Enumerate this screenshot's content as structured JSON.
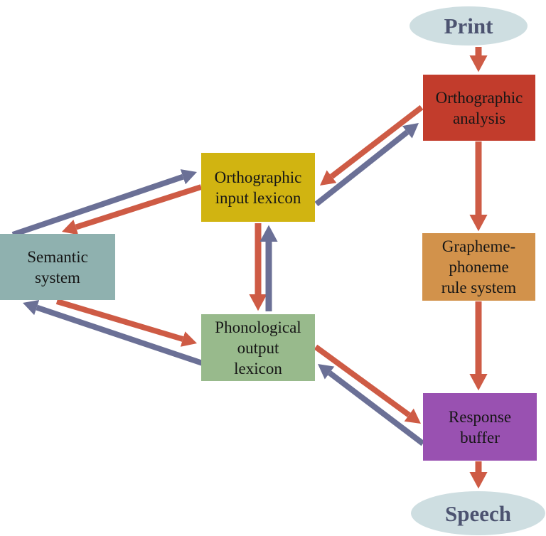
{
  "colors": {
    "arrow_red": "#ce5b45",
    "arrow_blue": "#6b7096",
    "ellipse_fill": "#cedee1",
    "terminal_text": "#4c5370",
    "box_text": "#161616",
    "box_orthographic_analysis": "#c23c2c",
    "box_orthographic_input_lexicon": "#d1b411",
    "box_semantic_system": "#8fb1af",
    "box_grapheme_phoneme_rule_system": "#d2924b",
    "box_phonological_output_lexicon": "#98ba8c",
    "box_response_buffer": "#9951b1"
  },
  "nodes": {
    "print": {
      "label": "Print",
      "shape": "ellipse"
    },
    "orthographic_analysis": {
      "lines": [
        "Orthographic",
        "analysis"
      ],
      "shape": "box"
    },
    "orthographic_input_lexicon": {
      "lines": [
        "Orthographic",
        "input lexicon"
      ],
      "shape": "box"
    },
    "semantic_system": {
      "lines": [
        "Semantic",
        "system"
      ],
      "shape": "box"
    },
    "grapheme_phoneme_rule_system": {
      "lines": [
        "Grapheme-",
        "phoneme",
        "rule system"
      ],
      "shape": "box"
    },
    "phonological_output_lexicon": {
      "lines": [
        "Phonological",
        "output",
        "lexicon"
      ],
      "shape": "box"
    },
    "response_buffer": {
      "lines": [
        "Response",
        "buffer"
      ],
      "shape": "box"
    },
    "speech": {
      "label": "Speech",
      "shape": "ellipse"
    }
  },
  "edges": [
    {
      "from": "print",
      "to": "orthographic_analysis",
      "color": "red"
    },
    {
      "from": "orthographic_analysis",
      "to": "orthographic_input_lexicon",
      "color": "red"
    },
    {
      "from": "orthographic_input_lexicon",
      "to": "orthographic_analysis",
      "color": "blue"
    },
    {
      "from": "orthographic_input_lexicon",
      "to": "semantic_system",
      "color": "red"
    },
    {
      "from": "semantic_system",
      "to": "orthographic_input_lexicon",
      "color": "blue"
    },
    {
      "from": "orthographic_input_lexicon",
      "to": "phonological_output_lexicon",
      "color": "red"
    },
    {
      "from": "phonological_output_lexicon",
      "to": "orthographic_input_lexicon",
      "color": "blue"
    },
    {
      "from": "semantic_system",
      "to": "phonological_output_lexicon",
      "color": "red"
    },
    {
      "from": "phonological_output_lexicon",
      "to": "semantic_system",
      "color": "blue"
    },
    {
      "from": "orthographic_analysis",
      "to": "grapheme_phoneme_rule_system",
      "color": "red"
    },
    {
      "from": "grapheme_phoneme_rule_system",
      "to": "response_buffer",
      "color": "red"
    },
    {
      "from": "phonological_output_lexicon",
      "to": "response_buffer",
      "color": "red"
    },
    {
      "from": "response_buffer",
      "to": "phonological_output_lexicon",
      "color": "blue"
    },
    {
      "from": "response_buffer",
      "to": "speech",
      "color": "red"
    }
  ]
}
